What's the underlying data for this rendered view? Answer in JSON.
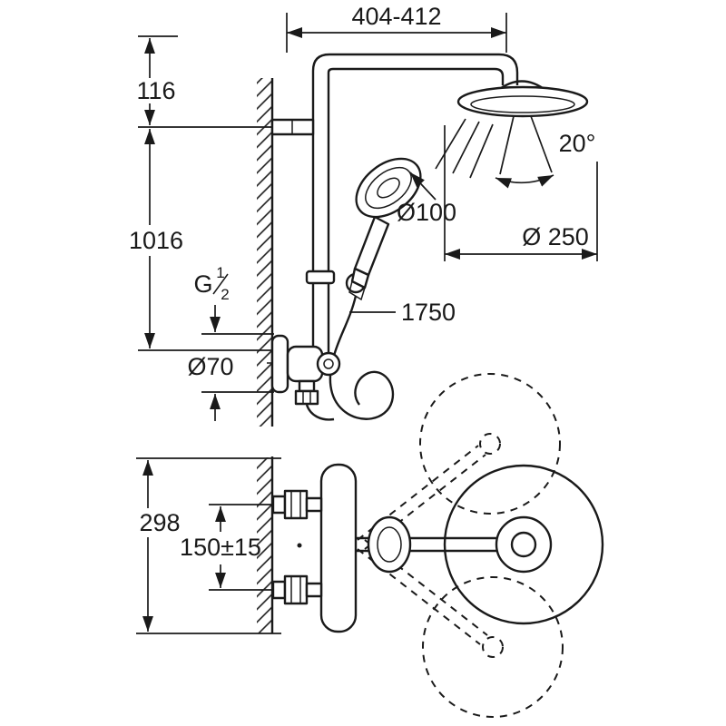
{
  "drawing": {
    "title_semantic": "shower-system-dimensional-drawing",
    "colors": {
      "line": "#1a1a1a",
      "background": "#ffffff"
    },
    "labels": {
      "top_width": "404-412",
      "wall_offset": "116",
      "riser_height": "1016",
      "spray_angle": "20°",
      "hand_shower_diameter": "Ø100",
      "head_shower_diameter": "Ø 250",
      "hose_length": "1750",
      "thread_letter": "G",
      "thread_numerator": "1",
      "thread_denominator": "2",
      "escutcheon_diameter": "Ø70",
      "bottom_depth": "298",
      "connection_spacing": "150±15"
    }
  }
}
